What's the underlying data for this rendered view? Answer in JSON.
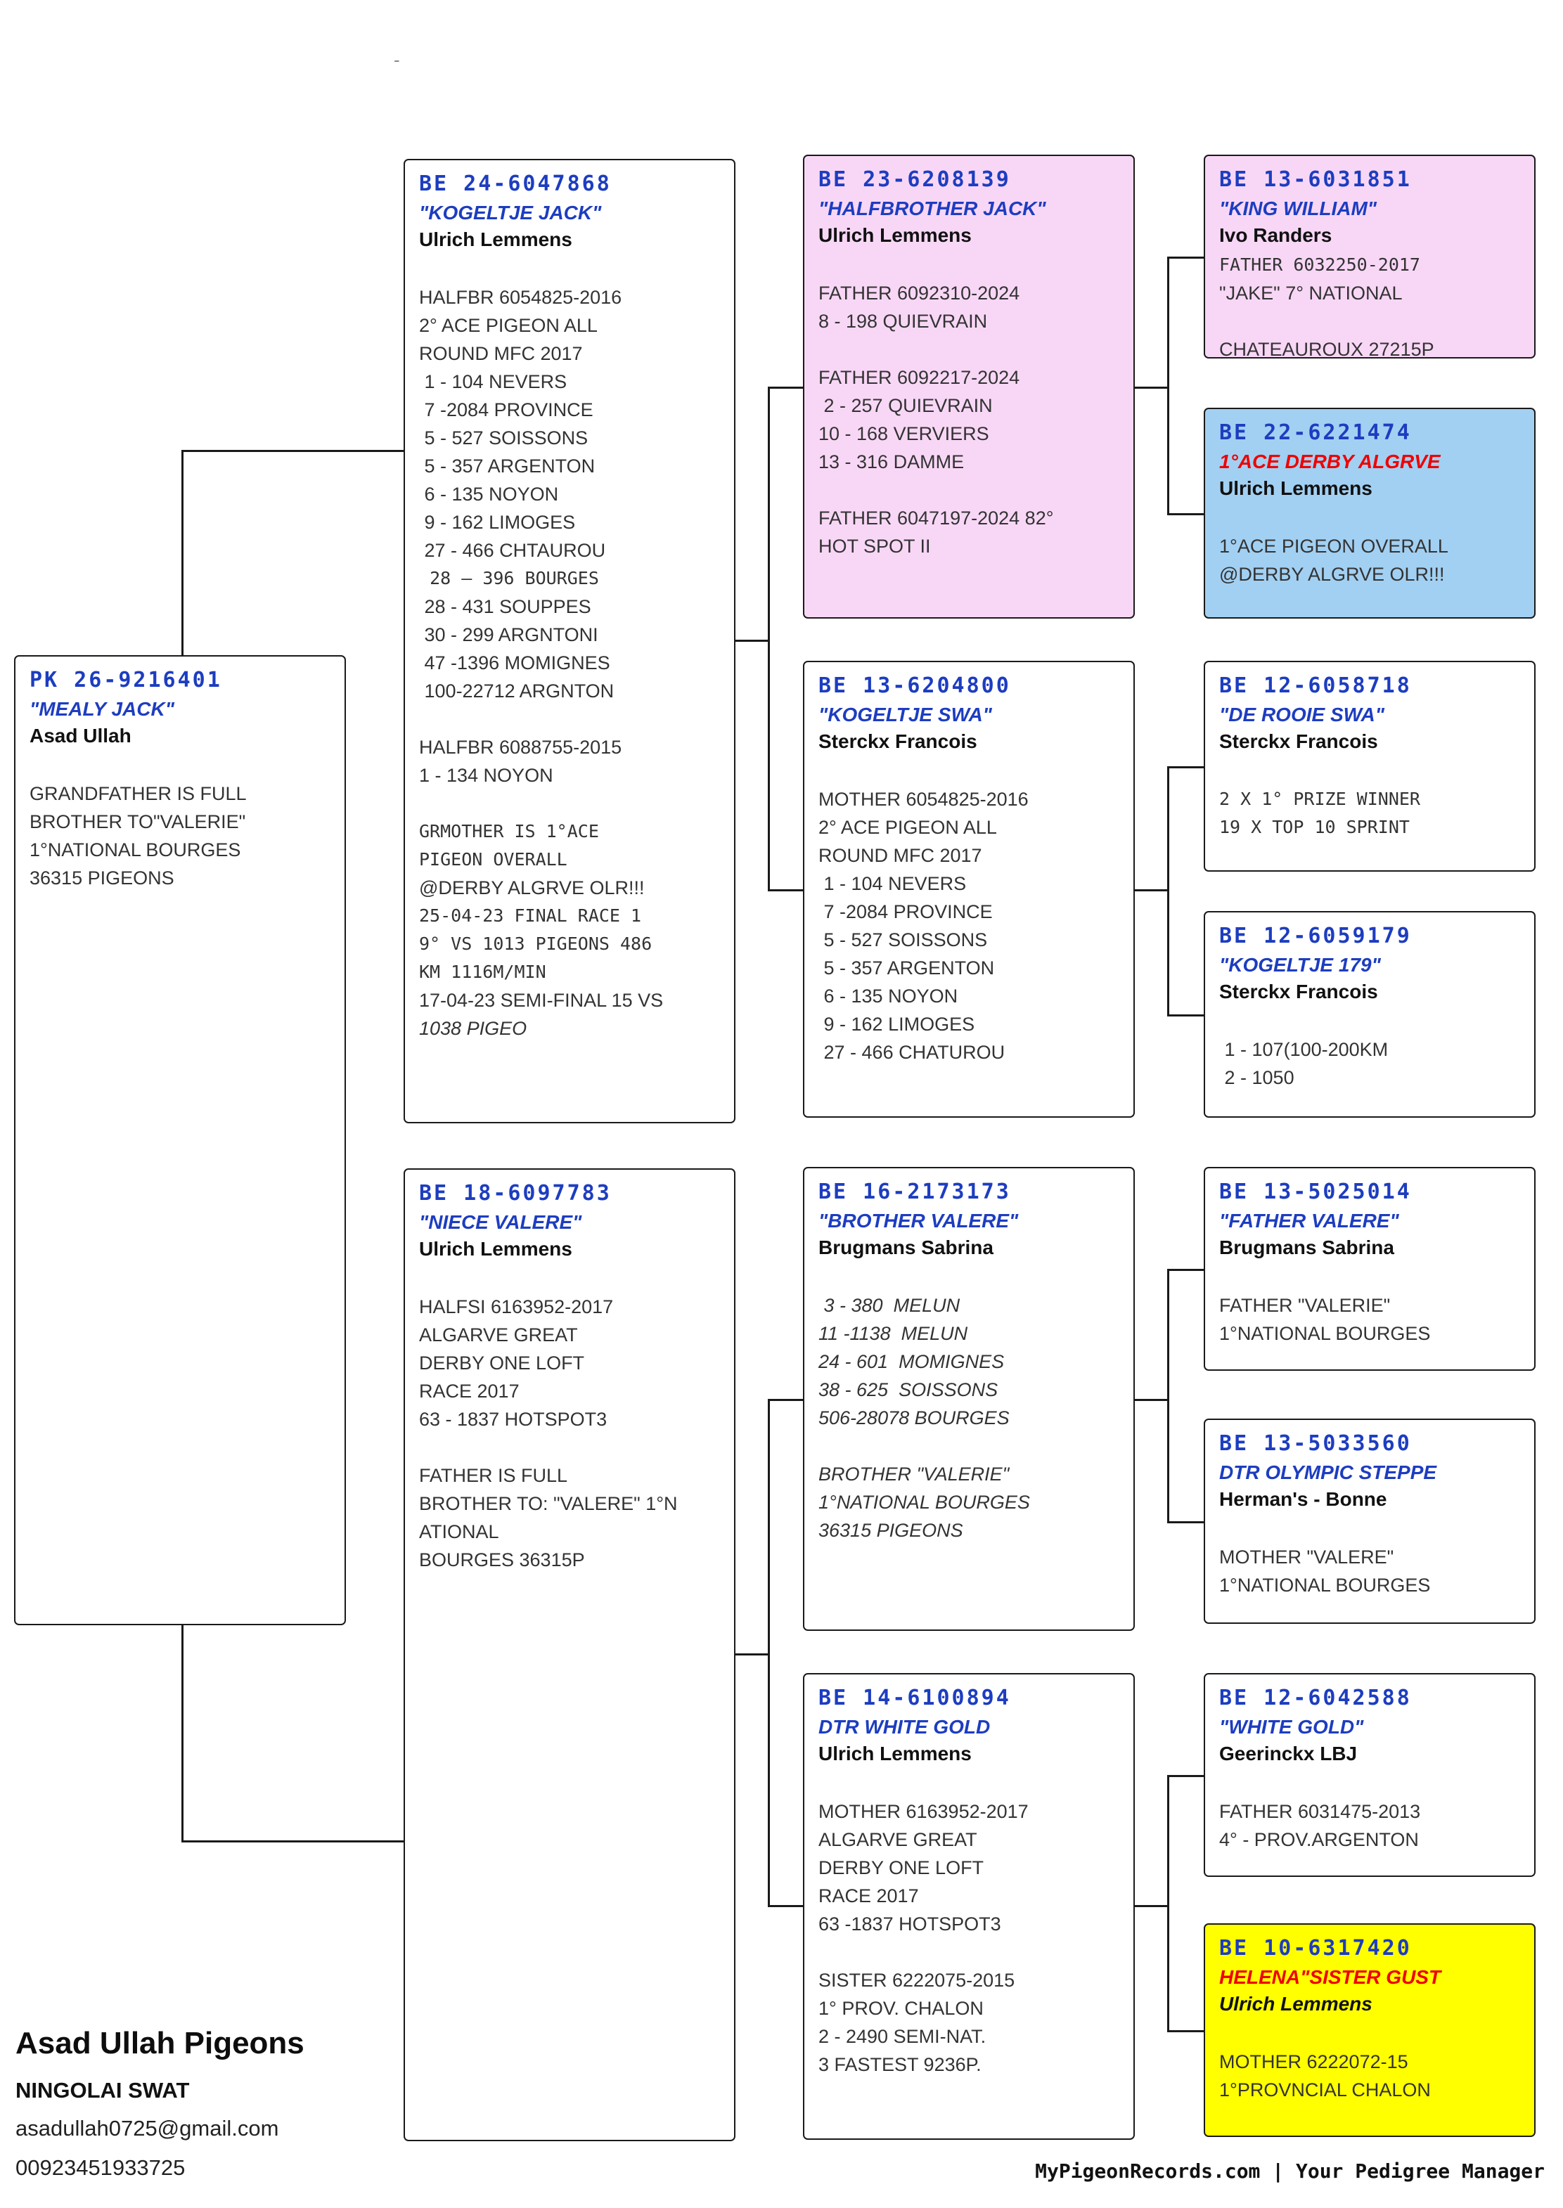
{
  "page": {
    "stray_mark": "-",
    "watermark": "MyPigeonRecords.com | Your Pedigree Manager"
  },
  "footer": {
    "loft_name": "Asad Ullah Pigeons",
    "owner": "NINGOLAI SWAT",
    "email": "asadullah0725@gmail.com",
    "phone": "00923451933725"
  },
  "colors": {
    "id_blue": "#1d3dc0",
    "name_red": "#ee0000",
    "bg_pink": "#f8d7f6",
    "bg_blue": "#a2d0f2",
    "bg_yellow": "#ffff00",
    "bg_white": "#ffffff",
    "line_black": "#1a1a1a"
  },
  "boxes": {
    "subject": {
      "ring": "PK 26-9216401",
      "name": "\"MEALY JACK\"",
      "name_color": "#1d3dc0",
      "breeder": "Asad Ullah",
      "bg": "#ffffff",
      "lines": [
        {
          "t": ""
        },
        {
          "t": "GRANDFATHER IS FULL"
        },
        {
          "t": "BROTHER TO\"VALERIE\""
        },
        {
          "t": "1°NATIONAL BOURGES"
        },
        {
          "t": "36315 PIGEONS"
        }
      ]
    },
    "father": {
      "ring": "BE 24-6047868",
      "name": "\"KOGELTJE JACK\"",
      "name_color": "#1d3dc0",
      "breeder": "Ulrich Lemmens",
      "bg": "#ffffff",
      "lines": [
        {
          "t": ""
        },
        {
          "t": "HALFBR 6054825-2016"
        },
        {
          "t": "2° ACE PIGEON ALL"
        },
        {
          "t": "ROUND MFC 2017"
        },
        {
          "t": " 1 - 104 NEVERS"
        },
        {
          "t": " 7 -2084 PROVINCE"
        },
        {
          "t": " 5 - 527 SOISSONS"
        },
        {
          "t": " 5 - 357 ARGENTON"
        },
        {
          "t": " 6 - 135 NOYON"
        },
        {
          "t": " 9 - 162 LIMOGES"
        },
        {
          "t": " 27 - 466 CHTAUROU"
        },
        {
          "t": " 28 – 396 BOURGES",
          "f": "mono"
        },
        {
          "t": " 28 - 431 SOUPPES"
        },
        {
          "t": " 30 - 299 ARGNTONI"
        },
        {
          "t": " 47 -1396 MOMIGNES"
        },
        {
          "t": " 100-22712 ARGNTON"
        },
        {
          "t": ""
        },
        {
          "t": "HALFBR 6088755-2015"
        },
        {
          "t": "1 - 134 NOYON"
        },
        {
          "t": ""
        },
        {
          "t": "GRMOTHER IS 1°ACE",
          "f": "mono"
        },
        {
          "t": "PIGEON OVERALL",
          "f": "mono"
        },
        {
          "t": "@DERBY ALGRVE OLR!!!"
        },
        {
          "t": "25-04-23 FINAL RACE 1",
          "f": "mono"
        },
        {
          "t": "9° VS 1013 PIGEONS 486",
          "f": "mono"
        },
        {
          "t": "KM 1116M/MIN",
          "f": "mono"
        },
        {
          "t": "17-04-23 SEMI-FINAL 15 VS"
        },
        {
          "t": "1038 PIGEO",
          "f": "italic"
        }
      ]
    },
    "mother": {
      "ring": "BE 18-6097783",
      "name": "\"NIECE VALERE\"",
      "name_color": "#1d3dc0",
      "breeder": "Ulrich Lemmens",
      "bg": "#ffffff",
      "lines": [
        {
          "t": ""
        },
        {
          "t": "HALFSI 6163952-2017"
        },
        {
          "t": "ALGARVE GREAT"
        },
        {
          "t": "DERBY ONE LOFT"
        },
        {
          "t": "RACE 2017"
        },
        {
          "t": "63 - 1837 HOTSPOT3"
        },
        {
          "t": ""
        },
        {
          "t": "FATHER IS FULL"
        },
        {
          "t": "BROTHER TO: \"VALERE\" 1°N"
        },
        {
          "t": "ATIONAL"
        },
        {
          "t": "BOURGES 36315P"
        }
      ]
    },
    "ff": {
      "ring": "BE 23-6208139",
      "name": "\"HALFBROTHER JACK\"",
      "name_color": "#1d3dc0",
      "breeder": "Ulrich Lemmens",
      "bg": "#f8d7f6",
      "lines": [
        {
          "t": ""
        },
        {
          "t": "FATHER 6092310-2024"
        },
        {
          "t": "8 - 198 QUIEVRAIN"
        },
        {
          "t": ""
        },
        {
          "t": "FATHER 6092217-2024"
        },
        {
          "t": " 2 - 257 QUIEVRAIN"
        },
        {
          "t": "10 - 168 VERVIERS"
        },
        {
          "t": "13 - 316 DAMME"
        },
        {
          "t": ""
        },
        {
          "t": "FATHER 6047197-2024 82°"
        },
        {
          "t": "HOT SPOT II"
        }
      ]
    },
    "fm": {
      "ring": "BE 13-6204800",
      "name": "\"KOGELTJE SWA\"",
      "name_color": "#1d3dc0",
      "breeder": "Sterckx Francois",
      "bg": "#ffffff",
      "lines": [
        {
          "t": ""
        },
        {
          "t": "MOTHER 6054825-2016"
        },
        {
          "t": "2° ACE PIGEON ALL"
        },
        {
          "t": "ROUND MFC 2017"
        },
        {
          "t": " 1 - 104 NEVERS"
        },
        {
          "t": " 7 -2084 PROVINCE"
        },
        {
          "t": " 5 - 527 SOISSONS"
        },
        {
          "t": " 5 - 357 ARGENTON"
        },
        {
          "t": " 6 - 135 NOYON"
        },
        {
          "t": " 9 - 162 LIMOGES"
        },
        {
          "t": " 27 - 466 CHATUROU"
        }
      ]
    },
    "mf": {
      "ring": "BE 16-2173173",
      "name": "\"BROTHER VALERE\"",
      "name_color": "#1d3dc0",
      "breeder": "Brugmans Sabrina",
      "bg": "#ffffff",
      "lines": [
        {
          "t": ""
        },
        {
          "t": " 3 - 380  MELUN",
          "f": "italic"
        },
        {
          "t": "11 -1138  MELUN",
          "f": "italic"
        },
        {
          "t": "24 - 601  MOMIGNES",
          "f": "italic"
        },
        {
          "t": "38 - 625  SOISSONS",
          "f": "italic"
        },
        {
          "t": "506-28078 BOURGES",
          "f": "italic"
        },
        {
          "t": ""
        },
        {
          "t": "BROTHER \"VALERIE\"",
          "f": "italic"
        },
        {
          "t": "1°NATIONAL BOURGES",
          "f": "italic"
        },
        {
          "t": "36315 PIGEONS",
          "f": "italic"
        }
      ]
    },
    "mm": {
      "ring": "BE 14-6100894",
      "name": "DTR WHITE GOLD",
      "name_color": "#1d3dc0",
      "breeder": "Ulrich Lemmens",
      "bg": "#ffffff",
      "lines": [
        {
          "t": ""
        },
        {
          "t": "MOTHER 6163952-2017"
        },
        {
          "t": "ALGARVE GREAT"
        },
        {
          "t": "DERBY ONE LOFT"
        },
        {
          "t": "RACE 2017"
        },
        {
          "t": "63 -1837 HOTSPOT3"
        },
        {
          "t": ""
        },
        {
          "t": "SISTER 6222075-2015"
        },
        {
          "t": "1° PROV. CHALON"
        },
        {
          "t": "2 - 2490 SEMI-NAT."
        },
        {
          "t": "3 FASTEST 9236P."
        }
      ]
    },
    "fff": {
      "ring": "BE 13-6031851",
      "name": "\"KING WILLIAM\"",
      "name_color": "#1d3dc0",
      "breeder": "Ivo Randers",
      "bg": "#f8d7f6",
      "lines": [
        {
          "t": "FATHER 6032250-2017",
          "f": "mono"
        },
        {
          "t": "\"JAKE\" 7° NATIONAL"
        },
        {
          "t": ""
        },
        {
          "t": "CHATEAUROUX 27215P"
        }
      ]
    },
    "ffm": {
      "ring": "BE 22-6221474",
      "name": "1°ACE DERBY ALGRVE",
      "name_color": "#ee0000",
      "breeder": "Ulrich Lemmens",
      "bg": "#a2d0f2",
      "lines": [
        {
          "t": ""
        },
        {
          "t": "1°ACE PIGEON OVERALL"
        },
        {
          "t": "@DERBY ALGRVE OLR!!!"
        }
      ]
    },
    "fmf": {
      "ring": "BE 12-6058718",
      "name": "\"DE ROOIE SWA\"",
      "name_color": "#1d3dc0",
      "breeder": "Sterckx Francois",
      "bg": "#ffffff",
      "lines": [
        {
          "t": ""
        },
        {
          "t": "2 X 1° PRIZE WINNER",
          "f": "mono"
        },
        {
          "t": "19 X TOP 10 SPRINT",
          "f": "mono"
        }
      ]
    },
    "fmm": {
      "ring": "BE 12-6059179",
      "name": "\"KOGELTJE 179\"",
      "name_color": "#1d3dc0",
      "breeder": "Sterckx Francois",
      "bg": "#ffffff",
      "lines": [
        {
          "t": ""
        },
        {
          "t": " 1 - 107(100-200KM"
        },
        {
          "t": " 2 - 1050"
        }
      ]
    },
    "mff": {
      "ring": "BE 13-5025014",
      "name": "\"FATHER VALERE\"",
      "name_color": "#1d3dc0",
      "breeder": "Brugmans Sabrina",
      "bg": "#ffffff",
      "lines": [
        {
          "t": ""
        },
        {
          "t": "FATHER \"VALERIE\""
        },
        {
          "t": "1°NATIONAL BOURGES"
        }
      ]
    },
    "mfm": {
      "ring": "BE 13-5033560",
      "name": "DTR OLYMPIC STEPPE",
      "name_color": "#1d3dc0",
      "breeder": "Herman's - Bonne",
      "bg": "#ffffff",
      "lines": [
        {
          "t": ""
        },
        {
          "t": "MOTHER \"VALERE\""
        },
        {
          "t": "1°NATIONAL BOURGES"
        }
      ]
    },
    "mmf": {
      "ring": "BE 12-6042588",
      "name": "\"WHITE GOLD\"",
      "name_color": "#1d3dc0",
      "breeder": "Geerinckx LBJ",
      "bg": "#ffffff",
      "lines": [
        {
          "t": ""
        },
        {
          "t": "FATHER 6031475-2013"
        },
        {
          "t": "4° - PROV.ARGENTON"
        }
      ]
    },
    "mmm": {
      "ring": "BE 10-6317420",
      "name": "HELENA\"SISTER GUST",
      "name_color": "#ee0000",
      "breeder": "Ulrich Lemmens",
      "breeder_italic": true,
      "bg": "#ffff00",
      "lines": [
        {
          "t": ""
        },
        {
          "t": "MOTHER 6222072-15"
        },
        {
          "t": "1°PROVNCIAL CHALON"
        }
      ]
    }
  }
}
